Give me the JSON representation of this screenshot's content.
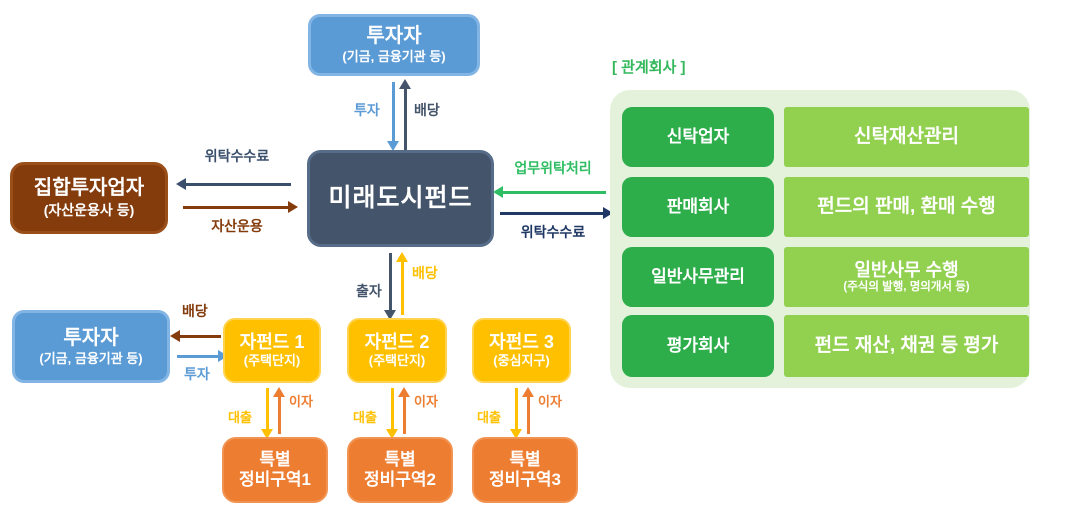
{
  "colors": {
    "blue": "#5b9bd5",
    "dark_slate": "#44546a",
    "navy": "#1f3864",
    "brown": "#843c0c",
    "green_header": "#35b85c",
    "green_arrow": "#2fbe63",
    "green_dark_box": "#2dae4b",
    "green_light_box": "#92d050",
    "panel_bg": "#e4f2dc",
    "yellow": "#ffc000",
    "orange": "#ed7d31"
  },
  "nodes": {
    "investor_top": {
      "title": "투자자",
      "subtitle": "(기금, 금융기관 등)"
    },
    "fund": {
      "title": "미래도시펀드"
    },
    "asset_manager": {
      "title": "집합투자업자",
      "subtitle": "(자산운용사 등)"
    },
    "investor_bottom": {
      "title": "투자자",
      "subtitle": "(기금, 금융기관 등)"
    },
    "subfunds": [
      {
        "title": "자펀드 1",
        "subtitle": "(주택단지)"
      },
      {
        "title": "자펀드 2",
        "subtitle": "(주택단지)"
      },
      {
        "title": "자펀드 3",
        "subtitle": "(중심지구)"
      }
    ],
    "zones": [
      {
        "line1": "특별",
        "line2": "정비구역1"
      },
      {
        "line1": "특별",
        "line2": "정비구역2"
      },
      {
        "line1": "특별",
        "line2": "정비구역3"
      }
    ]
  },
  "related_panel": {
    "header": "[ 관계회사 ]",
    "rows": [
      {
        "label": "신탁업자",
        "desc": "신탁재산관리"
      },
      {
        "label": "판매회사",
        "desc": "펀드의 판매, 환매 수행"
      },
      {
        "label": "일반사무관리",
        "desc": "일반사무 수행",
        "desc_sub": "(주식의 발행, 명의개서 등)"
      },
      {
        "label": "평가회사",
        "desc": "펀드 재산, 채권 등 평가"
      }
    ]
  },
  "edges": {
    "invest_top": "투자",
    "dividend_top": "배당",
    "fee_left": "위탁수수료",
    "asset_management": "자산운용",
    "delegation": "업무위탁처리",
    "fee_right": "위탁수수료",
    "contribution": "출자",
    "dividend_mid": "배당",
    "dividend_bottom": "배당",
    "invest_bottom": "투자",
    "loan": "대출",
    "interest": "이자"
  }
}
